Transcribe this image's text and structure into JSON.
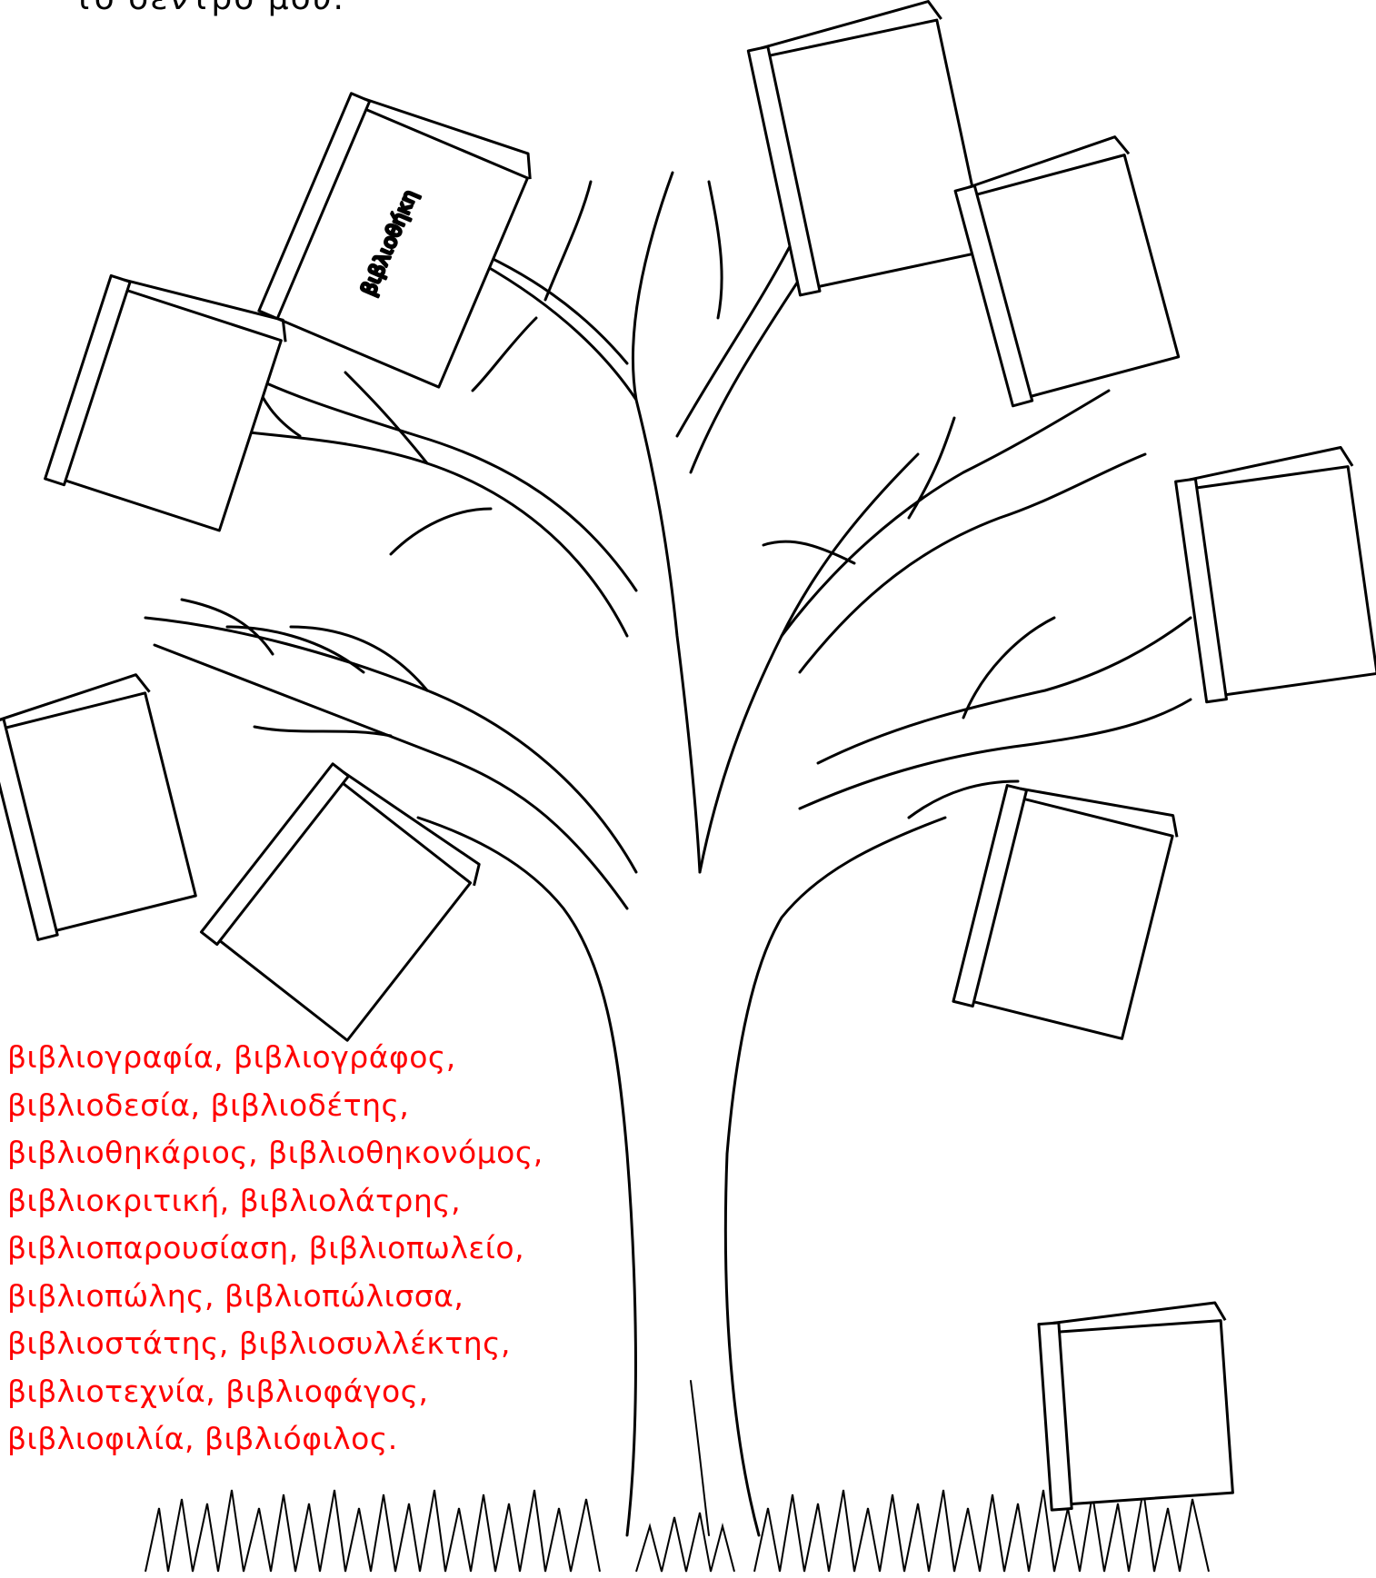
{
  "header_fragment": "το δέντρο μου.",
  "book_label": "βιβλιοθήκη",
  "word_lines": [
    "βιβλιογραφία, βιβλιογράφος,",
    "βιβλιοδεσία, βιβλιοδέτης,",
    "βιβλιοθηκάριος, βιβλιοθηκονόμος,",
    "βιβλιοκριτική, βιβλιολάτρης,",
    "βιβλιοπαρουσίαση, βιβλιοπωλείο,",
    "βιβλιοπώλης,  βιβλιοπώλισσα,",
    "βιβλιοστάτης, βιβλιοσυλλέκτης,",
    "βιβλιοτεχνία, βιβλιοφάγος,",
    "βιβλιοφιλία, βιβλιόφιλος."
  ],
  "colors": {
    "word_text": "#ff0000",
    "line_art": "#000000",
    "background": "#ffffff"
  }
}
